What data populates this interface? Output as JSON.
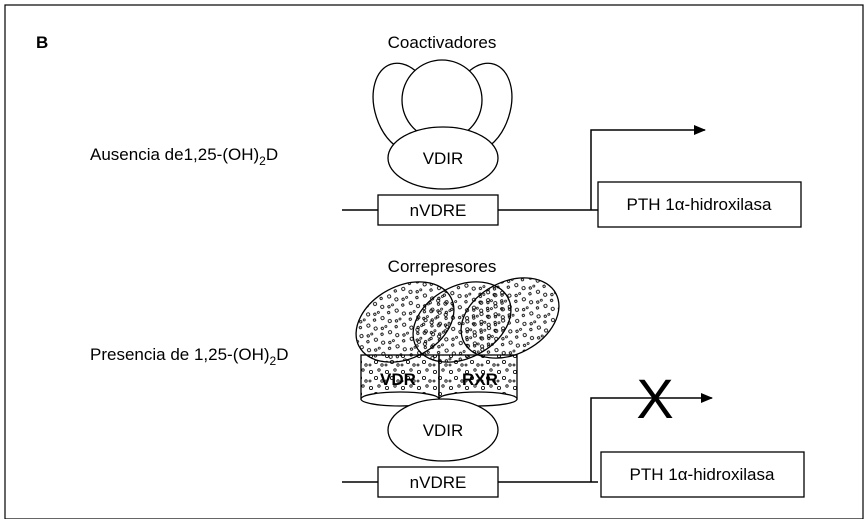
{
  "panel_label": "B",
  "top": {
    "complex_label": "Coactivadores",
    "condition_prefix": "Ausencia de1,25-(OH)",
    "condition_sub": "2",
    "condition_suffix": "D",
    "receptor_label": "VDIR",
    "element_label": "nVDRE",
    "gene_label": "PTH 1α-hidroxilasa"
  },
  "bottom": {
    "complex_label": "Correpresores",
    "condition_prefix": "Presencia de 1,25-(OH)",
    "condition_sub": "2",
    "condition_suffix": "D",
    "vdr_label": "VDR",
    "rxr_label": "RXR",
    "receptor_label": "VDIR",
    "element_label": "nVDRE",
    "gene_label": "PTH 1α-hidroxilasa",
    "block_mark": "X"
  }
}
